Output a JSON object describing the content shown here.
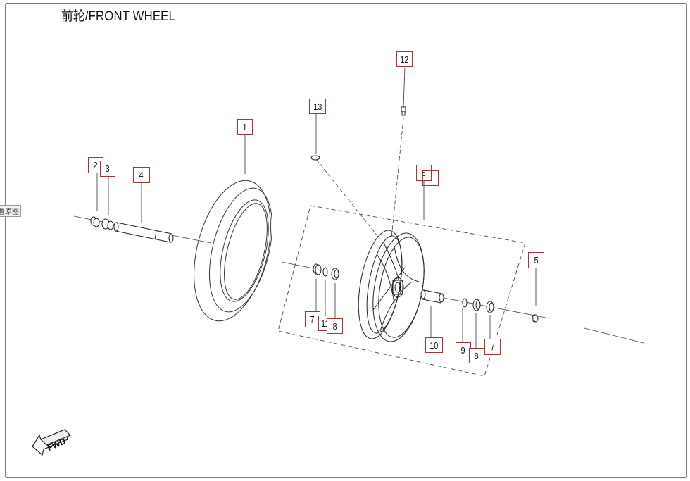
{
  "title": "前轮/FRONT WHEEL",
  "side_tab": "看原图",
  "fwd_label": "FWD",
  "callouts": [
    {
      "id": "c1",
      "label": "1"
    },
    {
      "id": "c2",
      "label": "2"
    },
    {
      "id": "c3",
      "label": "3"
    },
    {
      "id": "c4",
      "label": "4"
    },
    {
      "id": "c5",
      "label": "5"
    },
    {
      "id": "c6",
      "label": "6"
    },
    {
      "id": "c7a",
      "label": "7"
    },
    {
      "id": "c11",
      "label": "11"
    },
    {
      "id": "c8a",
      "label": "8"
    },
    {
      "id": "c10",
      "label": "10"
    },
    {
      "id": "c9",
      "label": "9"
    },
    {
      "id": "c8b",
      "label": "8"
    },
    {
      "id": "c7b",
      "label": "7"
    },
    {
      "id": "c12",
      "label": "12"
    },
    {
      "id": "c13",
      "label": "13"
    }
  ]
}
